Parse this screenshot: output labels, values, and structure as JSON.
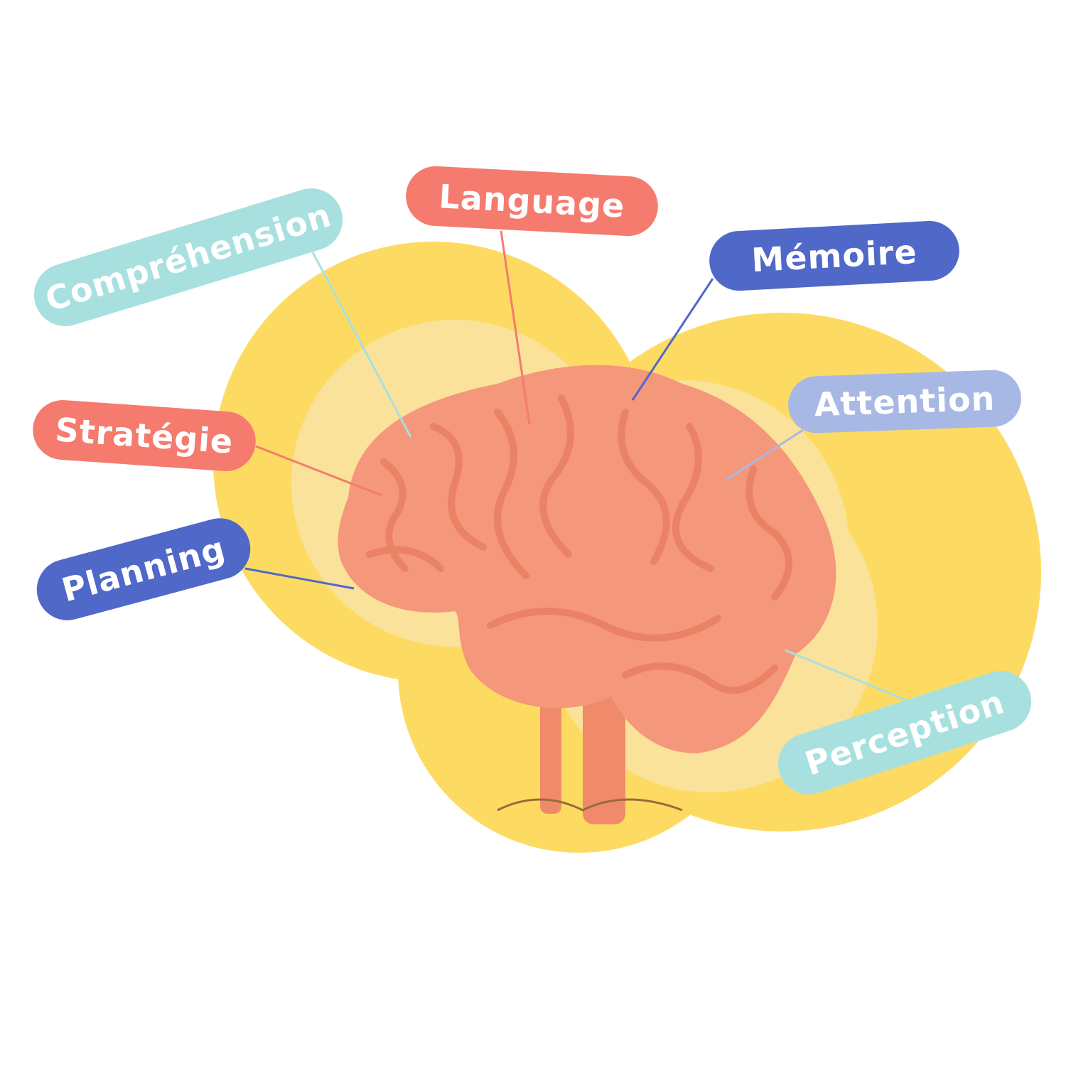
{
  "colors": {
    "coral": "#F47B6E",
    "blue": "#5068C8",
    "light_cyan": "#A8E0E0",
    "lavender": "#A8B8E4",
    "yellow": "#FDDB63",
    "pale_yellow": "#FAE29A",
    "brain": "#F5977A"
  },
  "labels": [
    {
      "id": "comprehension",
      "text": "Compréhension",
      "color": "#A8E0E0"
    },
    {
      "id": "language",
      "text": "Language",
      "color": "#F47B6E"
    },
    {
      "id": "memoire",
      "text": "Mémoire",
      "color": "#5068C8"
    },
    {
      "id": "attention",
      "text": "Attention",
      "color": "#A8B8E4"
    },
    {
      "id": "strategie",
      "text": "Stratégie",
      "color": "#F47B6E"
    },
    {
      "id": "planning",
      "text": "Planning",
      "color": "#5068C8"
    },
    {
      "id": "perception",
      "text": "Perception",
      "color": "#A8E0E0"
    }
  ]
}
